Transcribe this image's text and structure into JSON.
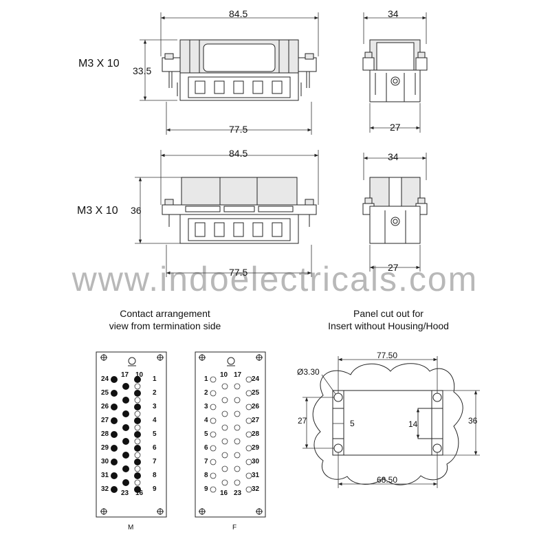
{
  "watermark": "www.indoelectricals.com",
  "top_view": {
    "width": "84.5",
    "height": "33.5",
    "bottom_width": "77.5",
    "screw": "M3 X 10",
    "side_width": "34",
    "side_bottom": "27"
  },
  "mid_view": {
    "width": "84.5",
    "height": "36",
    "bottom_width": "77.5",
    "screw": "M3 X 10",
    "side_width": "34",
    "side_bottom": "27"
  },
  "contact": {
    "title_line1": "Contact arrangement",
    "title_line2": "view from termination side",
    "male_label": "M",
    "female_label": "F",
    "male_left": [
      "24",
      "25",
      "26",
      "27",
      "28",
      "29",
      "30",
      "31",
      "32"
    ],
    "male_right": [
      "1",
      "2",
      "3",
      "4",
      "5",
      "6",
      "7",
      "8",
      "9"
    ],
    "male_top": [
      "17",
      "10"
    ],
    "male_bottom": [
      "23",
      "16"
    ],
    "female_left": [
      "1",
      "2",
      "3",
      "4",
      "5",
      "6",
      "7",
      "8",
      "9"
    ],
    "female_right": [
      "24",
      "25",
      "26",
      "27",
      "28",
      "29",
      "30",
      "31",
      "32"
    ],
    "female_top": [
      "10",
      "17"
    ],
    "female_bottom": [
      "16",
      "23"
    ]
  },
  "panel": {
    "title_line1": "Panel cut out for",
    "title_line2": "Insert without Housing/Hood",
    "hole_dia": "Ø3.30",
    "top_width": "77.50",
    "bottom_width": "68.50",
    "left_height": "27",
    "right_height": "36",
    "notch_w": "5",
    "notch_h": "14"
  }
}
